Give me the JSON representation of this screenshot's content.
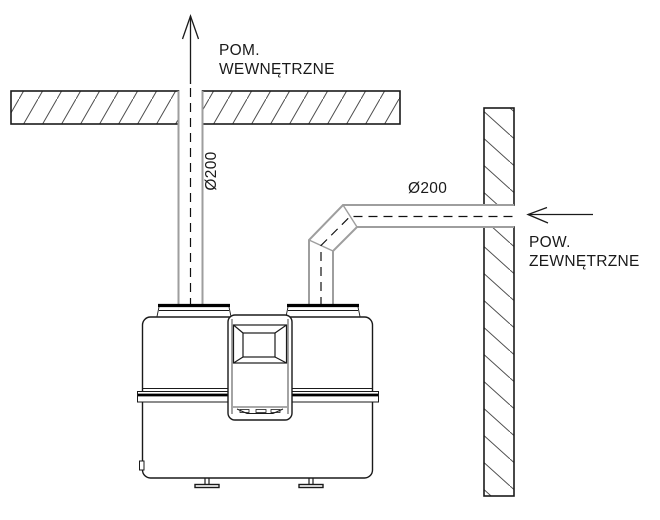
{
  "diagram": {
    "type": "technical-installation-drawing",
    "subject": "recuperator-ventilation-unit-duct-routing"
  },
  "labels": {
    "indoor_air": {
      "line1": "POM.",
      "line2": "WEWNĘTRZNE"
    },
    "outdoor_air": {
      "line1": "POW.",
      "line2": "ZEWNĘTRZNE"
    },
    "exhaust_duct_diameter": "Ø200",
    "intake_duct_diameter": "Ø200"
  },
  "colors": {
    "background": "#ffffff",
    "outline": "#1a1a1a",
    "duct_line": "#9e9e9e",
    "hatch_line": "#4d4d4d",
    "centerline": "#111111"
  }
}
